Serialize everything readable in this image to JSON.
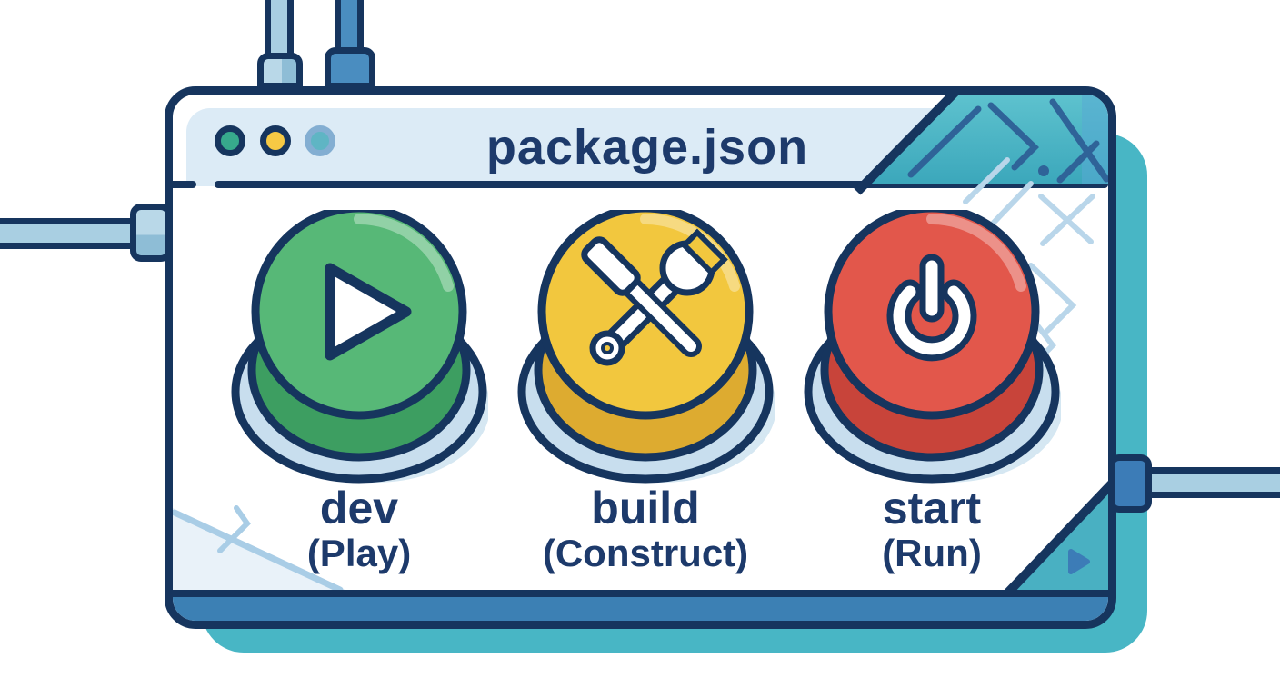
{
  "window": {
    "title": "package.json"
  },
  "titlebar": {
    "dots": [
      {
        "name": "dot-green",
        "color": "#37a98c"
      },
      {
        "name": "dot-yellow",
        "color": "#f6c944"
      },
      {
        "name": "dot-teal",
        "color": "#5fb5c4"
      }
    ]
  },
  "buttons": [
    {
      "script": "dev",
      "alias": "(Play)",
      "icon": "play-icon",
      "top_color": "#57b877",
      "side_color": "#3d9e61"
    },
    {
      "script": "build",
      "alias": "(Construct)",
      "icon": "tools-icon",
      "top_color": "#f2c73e",
      "side_color": "#ddab30"
    },
    {
      "script": "start",
      "alias": "(Run)",
      "icon": "power-icon",
      "top_color": "#e2574b",
      "side_color": "#c8443a"
    }
  ],
  "colors": {
    "outline": "#16355e",
    "titlebar_bg": "#dcebf6",
    "label_text": "#1d3a6b",
    "accent_teal": "#49b0c2",
    "shadow_teal": "#48b6c5",
    "bottom_bar_blue": "#3c80b4",
    "pipe_light_blue": "#a9cfe2",
    "pipe_medium_blue": "#4a8dc0",
    "circuit_dark": "#2f6398",
    "circuit_light": "#b9d6ea"
  }
}
